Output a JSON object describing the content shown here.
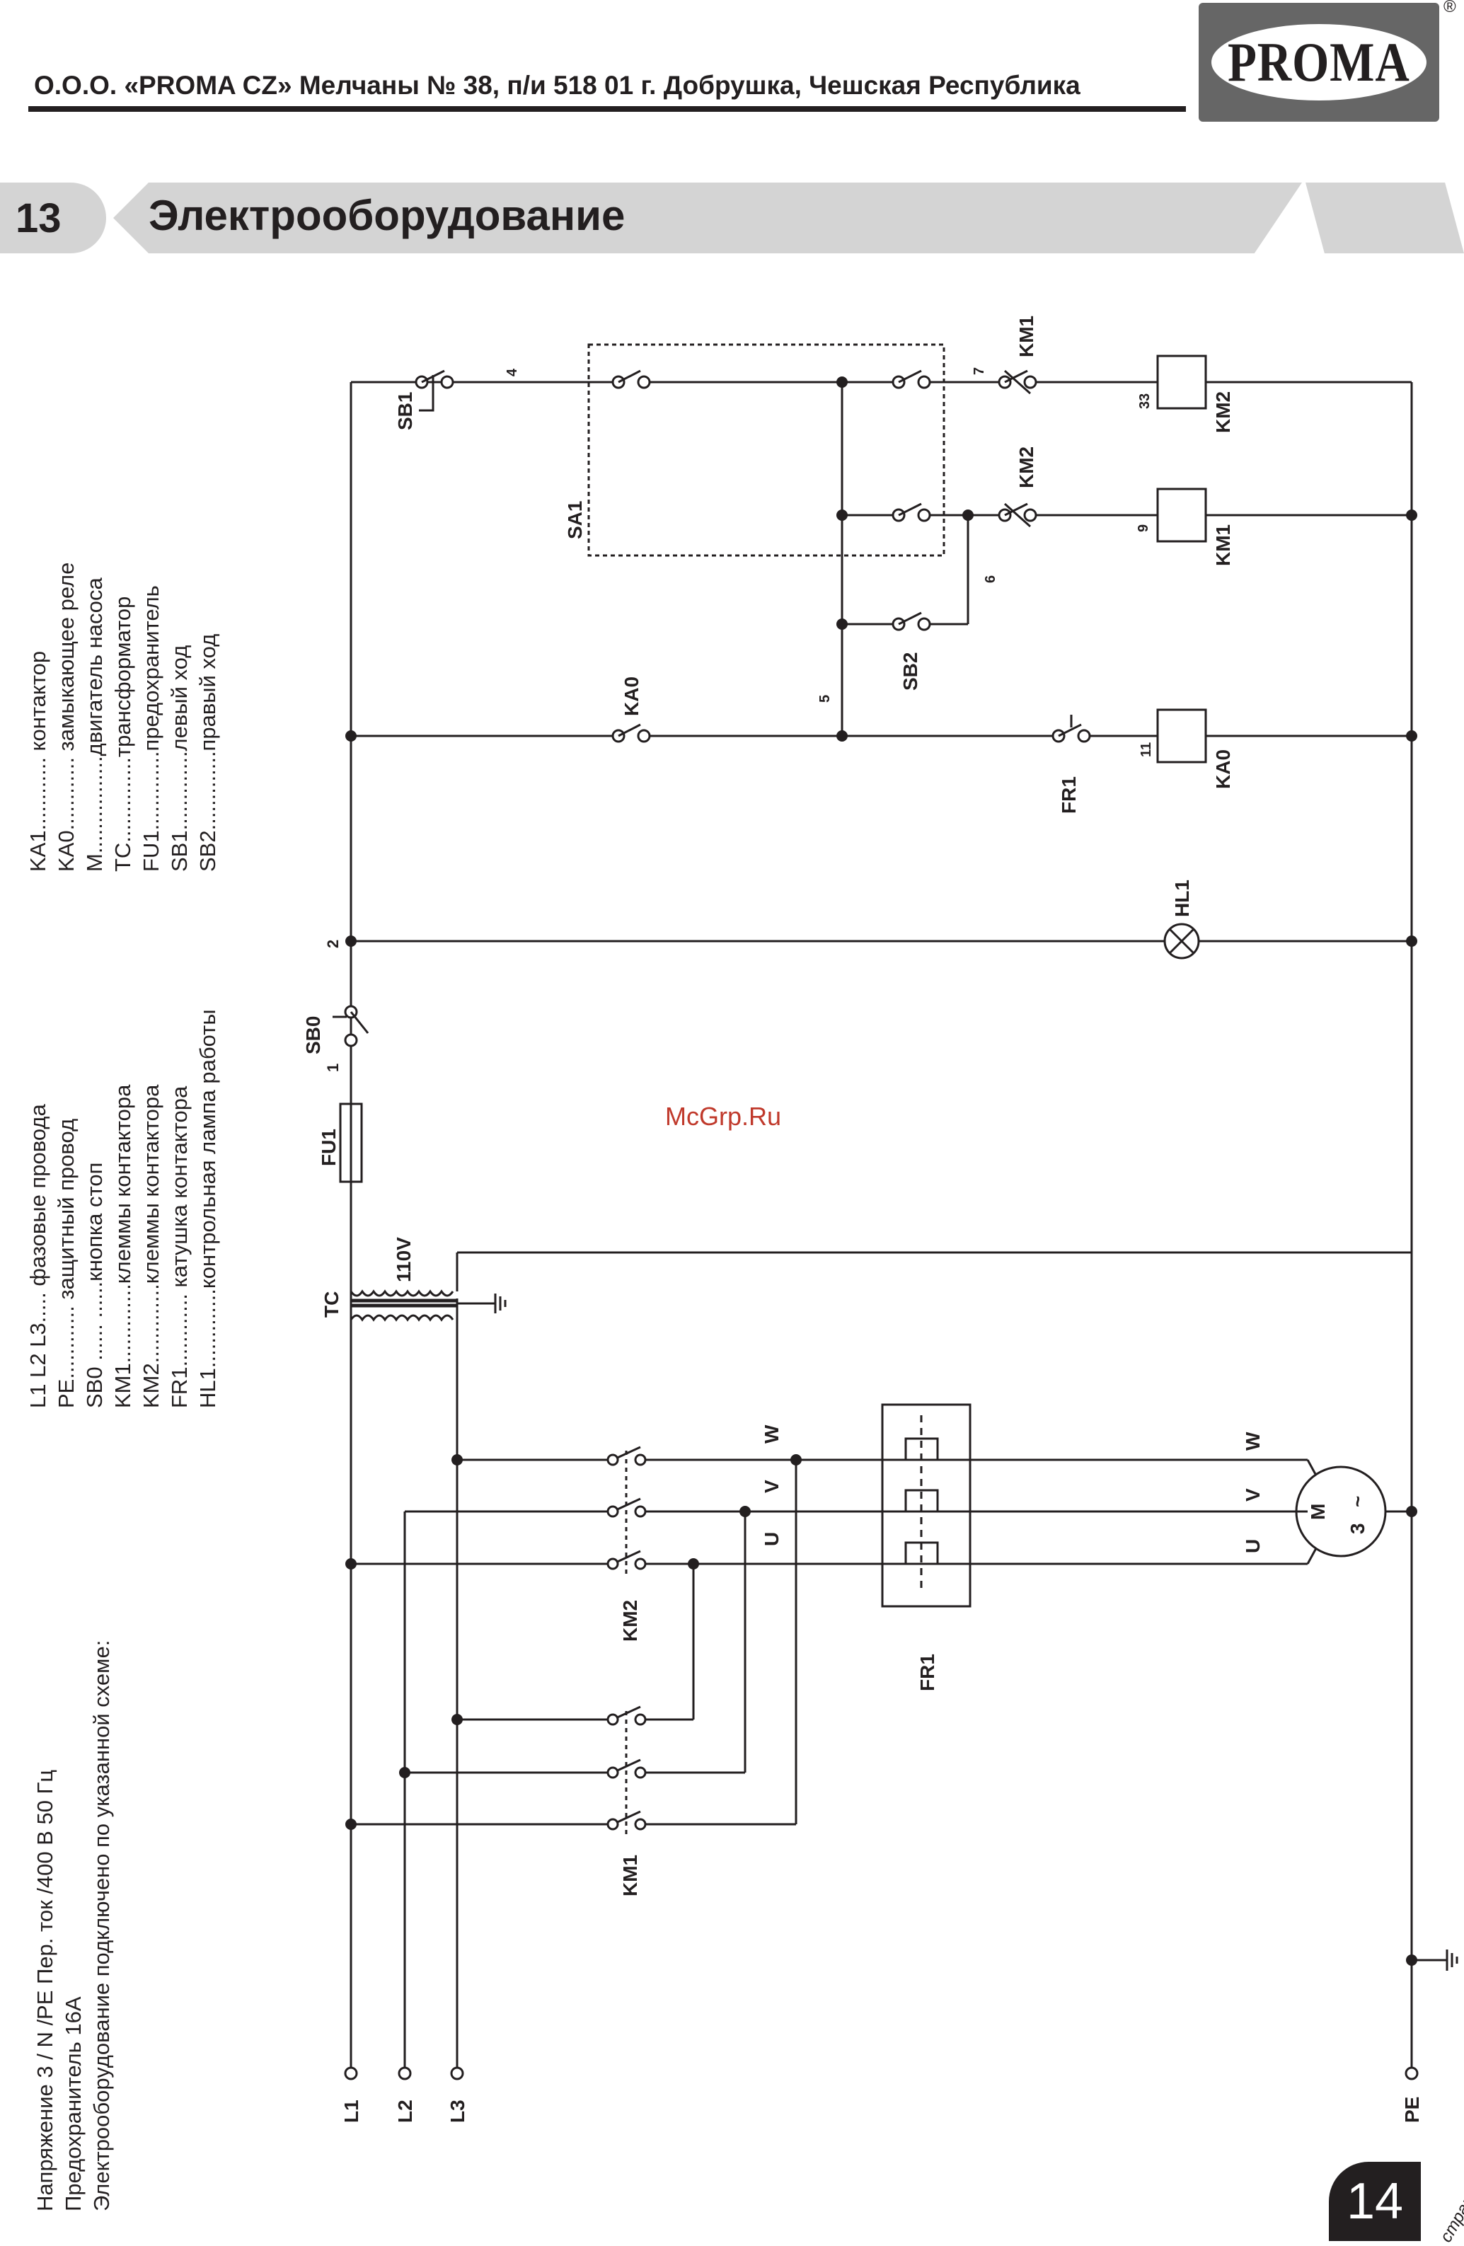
{
  "header": {
    "company_line": "О.О.О. «PROMA CZ» Мелчаны № 38, п/и 518 01 г. Добрушка, Чешская Республика",
    "logo_text": "PROMA",
    "registered_mark": "®"
  },
  "section": {
    "number": "13",
    "title": "Электрооборудование"
  },
  "specs": {
    "line1": "Напряжение 3 / N /PE Пер. ток /400 В 50 Гц",
    "line2": "Предохранитель 16A",
    "line3": "Электрооборудование подключено по указанной схеме:"
  },
  "legend_left": [
    "L1 L2 L3..... фазовые провода",
    "PE............ защитный провод",
    "SB0 ...... ......кнопка стоп",
    "KM1.............клеммы контактора",
    "KM2.............клеммы контактора",
    "FR1............ катушка контактора",
    "HL1.............контрольная лампа работы"
  ],
  "legend_right": [
    "KA1............ контактор",
    "KA0............ замыкающее реле",
    "M................двигатель насоса",
    "TC..............трансформатор",
    "FU1.............предохранитель",
    "SB1.............левый ход",
    "SB2.............правый ход"
  ],
  "watermark": "McGrp.Ru",
  "page": {
    "number": "14",
    "label": "страница"
  },
  "diagram": {
    "terminals": [
      "L1",
      "L2",
      "L3",
      "PE"
    ],
    "km1_label": "KM1",
    "km2_label": "KM2",
    "fr1_label": "FR1",
    "motor": [
      "M",
      "3",
      "~"
    ],
    "uvw": [
      "U",
      "V",
      "W"
    ],
    "tc_label": "TC",
    "tc_voltage": "110V",
    "fu1_label": "FU1",
    "sb0_label": "SB0",
    "node1": "1",
    "node2": "2",
    "hl1_label": "HL1",
    "ka0_contact": "KA0",
    "fr1_contact": "FR1",
    "node11": "11",
    "ka0_coil": "KA0",
    "node5": "5",
    "sb2_label": "SB2",
    "node6": "6",
    "sa1_label": "SA1",
    "km2_contact": "KM2",
    "node9": "9",
    "km1_coil": "KM1",
    "sb1_label": "SB1",
    "node4": "4",
    "node7": "7",
    "km1_contact": "KM1",
    "node33": "33",
    "km2_coil": "KM2"
  }
}
